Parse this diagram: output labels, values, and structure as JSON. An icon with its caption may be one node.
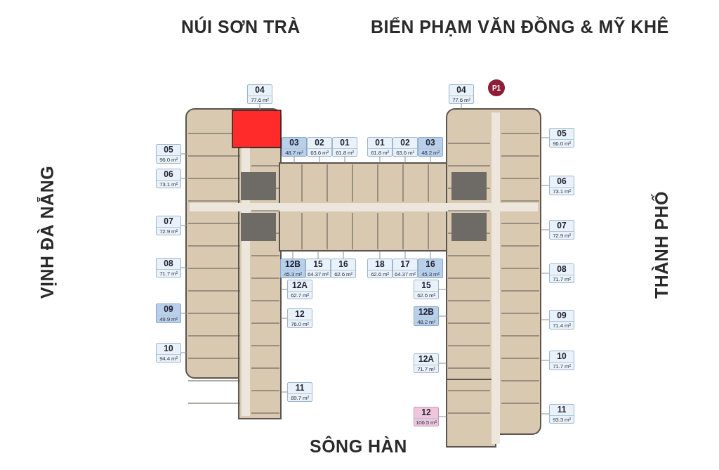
{
  "diagram": {
    "nodes": [
      {
        "text": [
          "04",
          "77.6 m²"
        ]
      },
      {
        "text": [],
        "shape": "box"
      },
      {
        "text": [
          "04",
          "77.6 m²"
        ]
      },
      {
        "text": [
          "P1"
        ]
      },
      {
        "text": [
          "05",
          "96.0 m²"
        ]
      },
      {
        "text": [
          "03",
          "48.7 m²"
        ]
      },
      {
        "text": [
          "02",
          "63.6 m²"
        ]
      },
      {
        "text": [
          "01",
          "61.8 m²"
        ]
      },
      {
        "text": [
          "01",
          "61.8 m²"
        ]
      },
      {
        "text": [
          "02",
          "63.6 m²"
        ]
      },
      {
        "text": [
          "03",
          "48.2 m²"
        ]
      },
      {
        "text": [
          "05",
          "96.0 m²"
        ]
      },
      {
        "text": [
          "06",
          "73.1 m²"
        ]
      },
      {
        "text": [
          "06",
          "73.1 m²"
        ]
      },
      {
        "text": [
          "07",
          "72.9 m²"
        ]
      },
      {
        "text": [
          "07",
          "72.9 m²"
        ]
      },
      {
        "text": [
          "12B",
          "45.3 m²"
        ]
      },
      {
        "text": [
          "15",
          "64.37 m²"
        ]
      },
      {
        "text": [
          "16",
          "62.6 m²"
        ]
      },
      {
        "text": [
          "18",
          "62.6 m²"
        ]
      },
      {
        "text": [
          "17",
          "64.37 m²"
        ]
      },
      {
        "text": [
          "16",
          "45.3 m²"
        ]
      },
      {
        "text": [
          "08",
          "71.7 m²"
        ]
      },
      {
        "text": [
          "08",
          "71.7 m²"
        ]
      },
      {
        "text": [
          "12A",
          "62.7 m²"
        ]
      },
      {
        "text": [
          "15",
          "62.6 m²"
        ]
      },
      {
        "text": [
          "09",
          "49.9 m²"
        ]
      },
      {
        "text": [
          "12B",
          "48.2 m²"
        ]
      },
      {
        "text": [
          "12",
          "76.0 m²"
        ]
      },
      {
        "text": [
          "09",
          "71.4 m²"
        ]
      },
      {
        "text": [
          "10",
          "94.4 m²"
        ]
      },
      {
        "text": [
          "10",
          "71.7 m²"
        ]
      },
      {
        "text": [
          "12A",
          "71.7 m²"
        ]
      },
      {
        "text": [
          "11",
          "89.7 m²"
        ]
      },
      {
        "text": [
          "11",
          "93.3 m²"
        ]
      },
      {
        "text": [
          "12",
          "106.5 m²"
        ]
      }
    ],
    "edges": [
      {
        "from": 0,
        "to": 1,
        "arrow": "none"
      },
      {
        "from": 2,
        "to": null,
        "arrow": "none"
      },
      {
        "from": 4,
        "to": null,
        "arrow": "none"
      },
      {
        "from": 5,
        "to": null,
        "arrow": "none"
      },
      {
        "from": 6,
        "to": null,
        "arrow": "none"
      },
      {
        "from": 7,
        "to": null,
        "arrow": "none"
      },
      {
        "from": 8,
        "to": null,
        "arrow": "none"
      },
      {
        "from": 9,
        "to": null,
        "arrow": "none"
      },
      {
        "from": 10,
        "to": null,
        "arrow": "none"
      },
      {
        "from": 11,
        "to": null,
        "arrow": "none"
      },
      {
        "from": 12,
        "to": null,
        "arrow": "none"
      },
      {
        "from": 13,
        "to": null,
        "arrow": "none"
      },
      {
        "from": 14,
        "to": null,
        "arrow": "none"
      },
      {
        "from": 15,
        "to": null,
        "arrow": "none"
      },
      {
        "from": 16,
        "to": null,
        "arrow": "none"
      },
      {
        "from": 17,
        "to": null,
        "arrow": "none"
      },
      {
        "from": 18,
        "to": null,
        "arrow": "none"
      },
      {
        "from": 19,
        "to": null,
        "arrow": "none"
      },
      {
        "from": 20,
        "to": null,
        "arrow": "none"
      },
      {
        "from": 21,
        "to": null,
        "arrow": "none"
      },
      {
        "from": 22,
        "to": null,
        "arrow": "none"
      },
      {
        "from": 23,
        "to": null,
        "arrow": "none"
      },
      {
        "from": 24,
        "to": null,
        "arrow": "none"
      },
      {
        "from": 25,
        "to": null,
        "arrow": "none"
      },
      {
        "from": 26,
        "to": null,
        "arrow": "none"
      },
      {
        "from": 27,
        "to": null,
        "arrow": "none"
      },
      {
        "from": 28,
        "to": null,
        "arrow": "none"
      },
      {
        "from": 29,
        "to": null,
        "arrow": "none"
      },
      {
        "from": 30,
        "to": null,
        "arrow": "none"
      },
      {
        "from": 31,
        "to": null,
        "arrow": "none"
      },
      {
        "from": 32,
        "to": null,
        "arrow": "none"
      },
      {
        "from": 33,
        "to": null,
        "arrow": "none"
      },
      {
        "from": 34,
        "to": null,
        "arrow": "none"
      },
      {
        "from": 35,
        "to": null,
        "arrow": "none"
      }
    ],
    "labels": [
      "NÚI SƠN TRÀ",
      "BIỂN PHẠM VĂN ĐỒNG & MỸ KHÊ",
      "VỊNH ĐÀ NẴNG",
      "THÀNH PHỐ",
      "SÔNG HÀN"
    ]
  }
}
